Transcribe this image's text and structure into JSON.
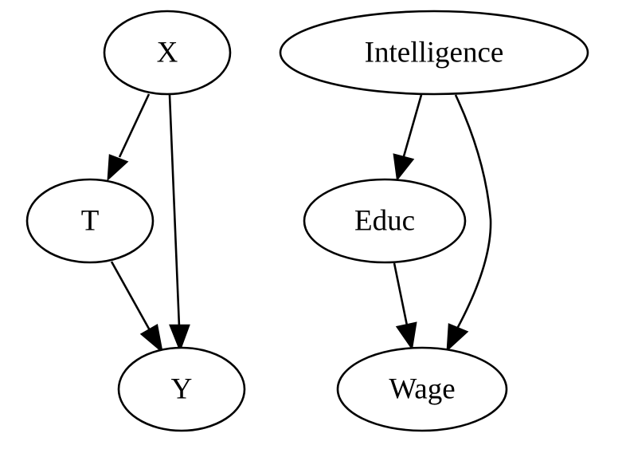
{
  "graphs": [
    {
      "nodes": [
        {
          "id": "X",
          "label": "X"
        },
        {
          "id": "T",
          "label": "T"
        },
        {
          "id": "Y",
          "label": "Y"
        }
      ],
      "edges": [
        {
          "from": "X",
          "to": "T"
        },
        {
          "from": "X",
          "to": "Y"
        },
        {
          "from": "T",
          "to": "Y"
        }
      ]
    },
    {
      "nodes": [
        {
          "id": "Intelligence",
          "label": "Intelligence"
        },
        {
          "id": "Educ",
          "label": "Educ"
        },
        {
          "id": "Wage",
          "label": "Wage"
        }
      ],
      "edges": [
        {
          "from": "Intelligence",
          "to": "Educ"
        },
        {
          "from": "Intelligence",
          "to": "Wage"
        },
        {
          "from": "Educ",
          "to": "Wage"
        }
      ]
    }
  ]
}
